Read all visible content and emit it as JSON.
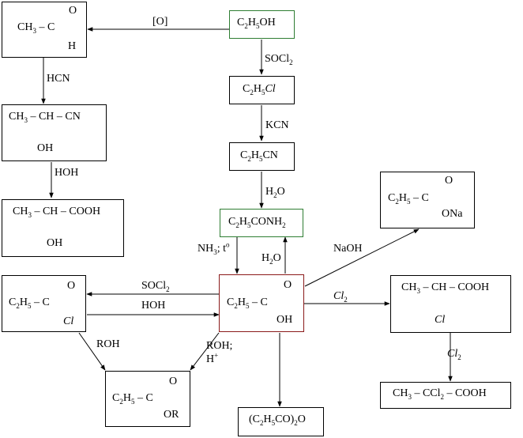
{
  "compounds": {
    "ethanol": {
      "a": "C",
      "b": "2",
      "c": "H",
      "d": "5",
      "e": "OH"
    },
    "acetaldehyde": {
      "line1_pre": "CH",
      "line1_sub": "3",
      "line1_post": " – C",
      "double_o": "O",
      "h": "H"
    },
    "chloroethane": {
      "a": "C",
      "b": "2",
      "c": "H",
      "d": "5",
      "e": "Cl"
    },
    "propionitrile": {
      "a": "C",
      "b": "2",
      "c": "H",
      "d": "5",
      "e": "CN"
    },
    "propanamide": {
      "a": "C",
      "b": "2",
      "c": "H",
      "d": "5",
      "e": "CONH",
      "f": "2"
    },
    "cyanohydrin": {
      "l1a": "CH",
      "l1b": "3",
      "l1c": " – CH – CN",
      "oh": "OH"
    },
    "lactic_acid": {
      "l1a": "CH",
      "l1b": "3",
      "l1c": " – CH – COOH",
      "oh": "OH"
    },
    "propanoic_acid": {
      "a": "C",
      "b": "2",
      "c": "H",
      "d": "5",
      "e": " – C",
      "o": "O",
      "oh": "OH"
    },
    "acyl_chloride": {
      "a": "C",
      "b": "2",
      "c": "H",
      "d": "5",
      "e": " – C",
      "o": "O",
      "cl": "Cl"
    },
    "ester": {
      "a": "C",
      "b": "2",
      "c": "H",
      "d": "5",
      "e": " – C",
      "o": "O",
      "or": "OR"
    },
    "sodium_salt": {
      "a": "C",
      "b": "2",
      "c": "H",
      "d": "5",
      "e": " – C",
      "o": "O",
      "ona": "ONa"
    },
    "anhydride": {
      "a": "(C",
      "b": "2",
      "c": "H",
      "d": "5",
      "e": "CO)",
      "f": "2",
      "g": "O"
    },
    "chloro_acid": {
      "l1a": "CH",
      "l1b": "3",
      "l1c": " – CH – COOH",
      "cl": "Cl"
    },
    "dichloro_acid": {
      "a": "CH",
      "b": "3",
      "c": " – CCl",
      "d": "2",
      "e": " – COOH"
    }
  },
  "reagents": {
    "oxidation": "[O]",
    "socl2_top": {
      "a": "SOCl",
      "b": "2"
    },
    "kcn": "KCN",
    "h2o_top": {
      "a": "H",
      "b": "2",
      "c": "O"
    },
    "hcn": "HCN",
    "hoh_left": "HOH",
    "nh3_t": {
      "a": "NH",
      "b": "3",
      "c": "; t",
      "d": "o"
    },
    "h2o_mid": {
      "a": "H",
      "b": "2",
      "c": "O"
    },
    "naoh": "NaOH",
    "socl2_mid": {
      "a": "SOCl",
      "b": "2"
    },
    "hoh_mid": "HOH",
    "cl2_right": {
      "a": "Cl",
      "b": "2"
    },
    "cl2_down": {
      "a": "Cl",
      "b": "2"
    },
    "roh_left": "ROH",
    "roh_h": {
      "a": "ROH;",
      "b": "H",
      "c": "+"
    }
  }
}
